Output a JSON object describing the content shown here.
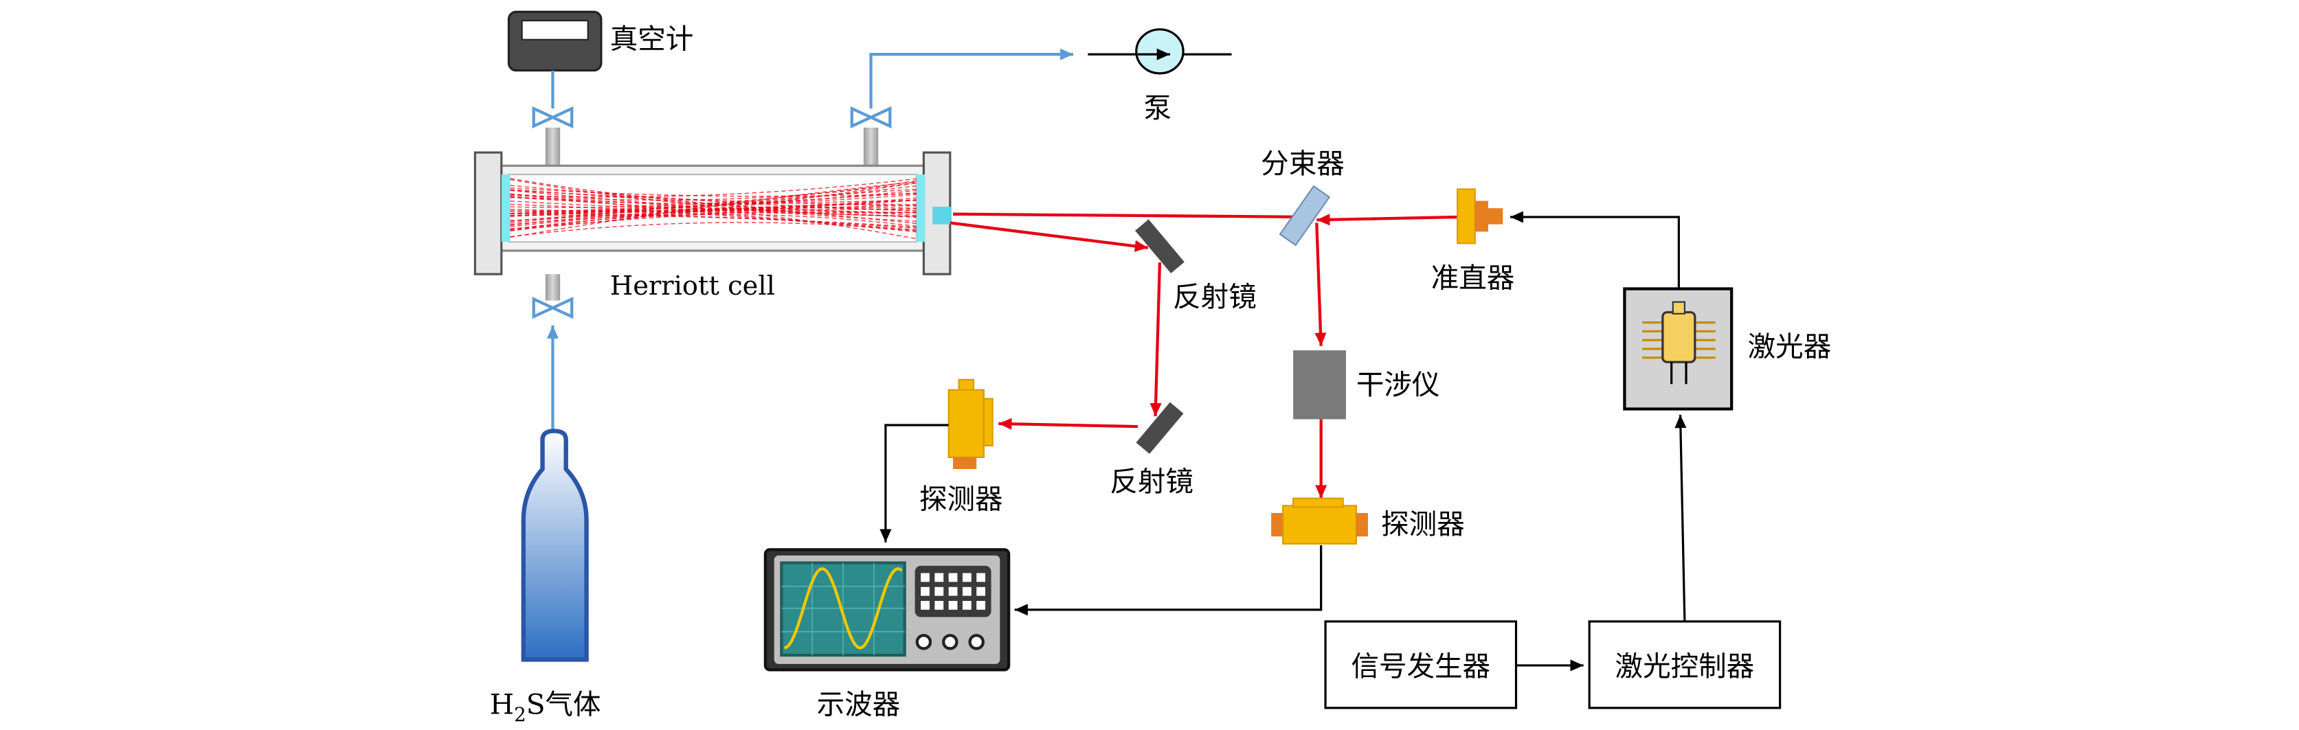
{
  "labels": {
    "vacuum_gauge": "真空计",
    "pump": "泵",
    "beam_splitter": "分束器",
    "collimator": "准直器",
    "laser": "激光器",
    "herriott_cell": "Herriott cell",
    "mirror_upper": "反射镜",
    "mirror_lower": "反射镜",
    "interferometer": "干涉仪",
    "detector_left": "探测器",
    "detector_right": "探测器",
    "oscilloscope": "示波器",
    "signal_generator": "信号发生器",
    "laser_controller": "激光控制器",
    "gas_prefix": "H",
    "gas_subscript": "2",
    "gas_suffix": "S气体"
  },
  "colors": {
    "gas_line": "#5b9bd5",
    "laser_beam": "#e60012",
    "detector": "#f5b800",
    "detector_accent": "#e67e22",
    "mirror": "#4a4a4a",
    "interferometer": "#7a7a7a",
    "beam_splitter": "#a9c4e0",
    "pump": "#c9f3f7",
    "cell_window": "#7fe8f0",
    "screen": "#2e8b8b",
    "wave": "#f0c800"
  },
  "icons": {
    "valve": "valve-icon",
    "pump": "pump-icon",
    "gauge": "vacuum-gauge-icon",
    "laser_chip": "laser-chip-icon",
    "gas_cylinder": "gas-cylinder-icon",
    "oscilloscope": "oscilloscope-icon"
  }
}
